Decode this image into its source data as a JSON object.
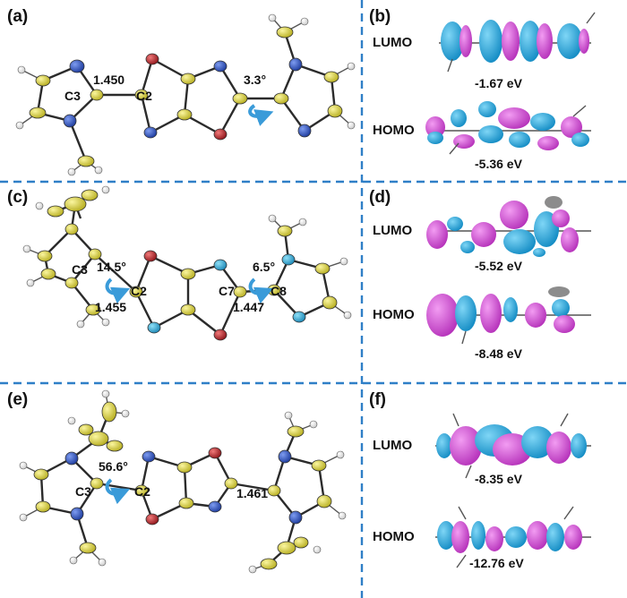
{
  "colors": {
    "carbon": "#d9d23a",
    "nitrogen": "#2f57c7",
    "nitrogen_light": "#31a8d8",
    "oxygen": "#c0272d",
    "hydrogen": "#f4f4f4",
    "orbital_blue": "#1aa7e0",
    "orbital_magenta": "#d54fd6",
    "divider": "#2f7fc7",
    "arrow": "#3a9bd9"
  },
  "panels": {
    "a": {
      "label": "(a)",
      "atoms": [
        "C3",
        "C2"
      ],
      "bond_length": "1.450",
      "torsion": "3.3°"
    },
    "b": {
      "label": "(b)",
      "lumo_label": "LUMO",
      "homo_label": "HOMO",
      "lumo_energy": "-1.67 eV",
      "homo_energy": "-5.36 eV"
    },
    "c": {
      "label": "(c)",
      "atoms": [
        "C3",
        "C2",
        "C7",
        "C8"
      ],
      "torsion_left": "14.5°",
      "bond_left": "1.455",
      "torsion_right": "6.5°",
      "bond_right": "1.447"
    },
    "d": {
      "label": "(d)",
      "lumo_label": "LUMO",
      "homo_label": "HOMO",
      "lumo_energy": "-5.52 eV",
      "homo_energy": "-8.48 eV"
    },
    "e": {
      "label": "(e)",
      "atoms": [
        "C3",
        "C2"
      ],
      "torsion": "56.6°",
      "bond_length": "1.461"
    },
    "f": {
      "label": "(f)",
      "lumo_label": "LUMO",
      "homo_label": "HOMO",
      "lumo_energy": "-8.35 eV",
      "homo_energy": "-12.76 eV"
    }
  }
}
